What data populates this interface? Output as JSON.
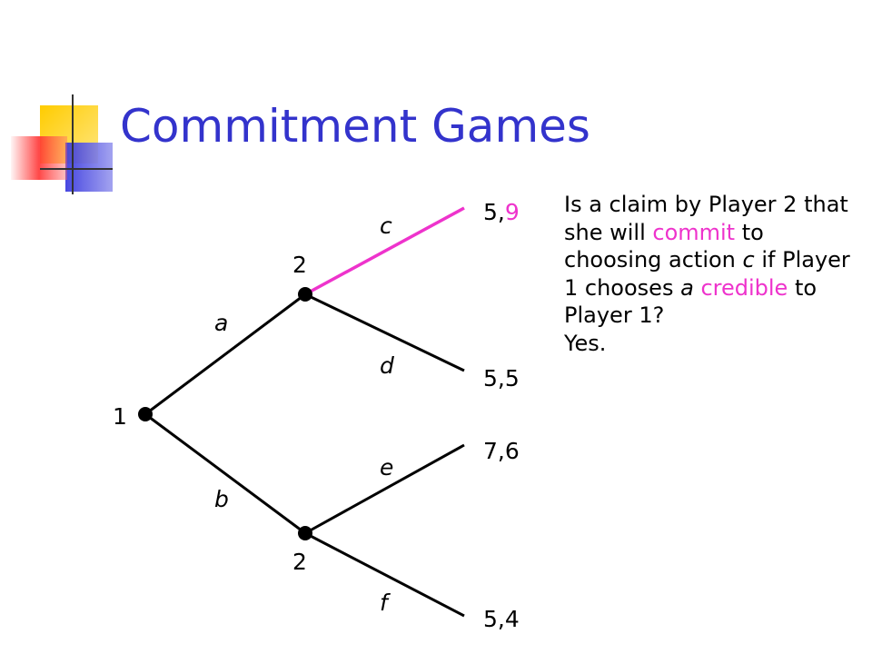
{
  "slide": {
    "title": "Commitment Games"
  },
  "colors": {
    "title": "#3333cc",
    "highlight": "#ee33cc",
    "edge": "#000000",
    "deco_yellow": "#ffcc00",
    "deco_blue": "#3333dd",
    "deco_red": "#ff3333"
  },
  "tree": {
    "nodes": {
      "root_label": "1",
      "upper_label": "2",
      "lower_label": "2"
    },
    "actions": {
      "a": "a",
      "b": "b",
      "c": "c",
      "d": "d",
      "e": "e",
      "f": "f"
    },
    "payoffs": {
      "c": {
        "p1": "5",
        "sep": ",",
        "p2": "9"
      },
      "d": "5,5",
      "e": "7,6",
      "f": "5,4"
    }
  },
  "question": {
    "part1": "Is a claim by Player 2 that she will ",
    "commit": "commit",
    "part2": " to choosing action ",
    "action_c": "c",
    "part3": " if Player 1 chooses ",
    "action_a": "a",
    "part4": " ",
    "credible": "credible",
    "part5": " to Player 1?",
    "answer": "Yes."
  }
}
